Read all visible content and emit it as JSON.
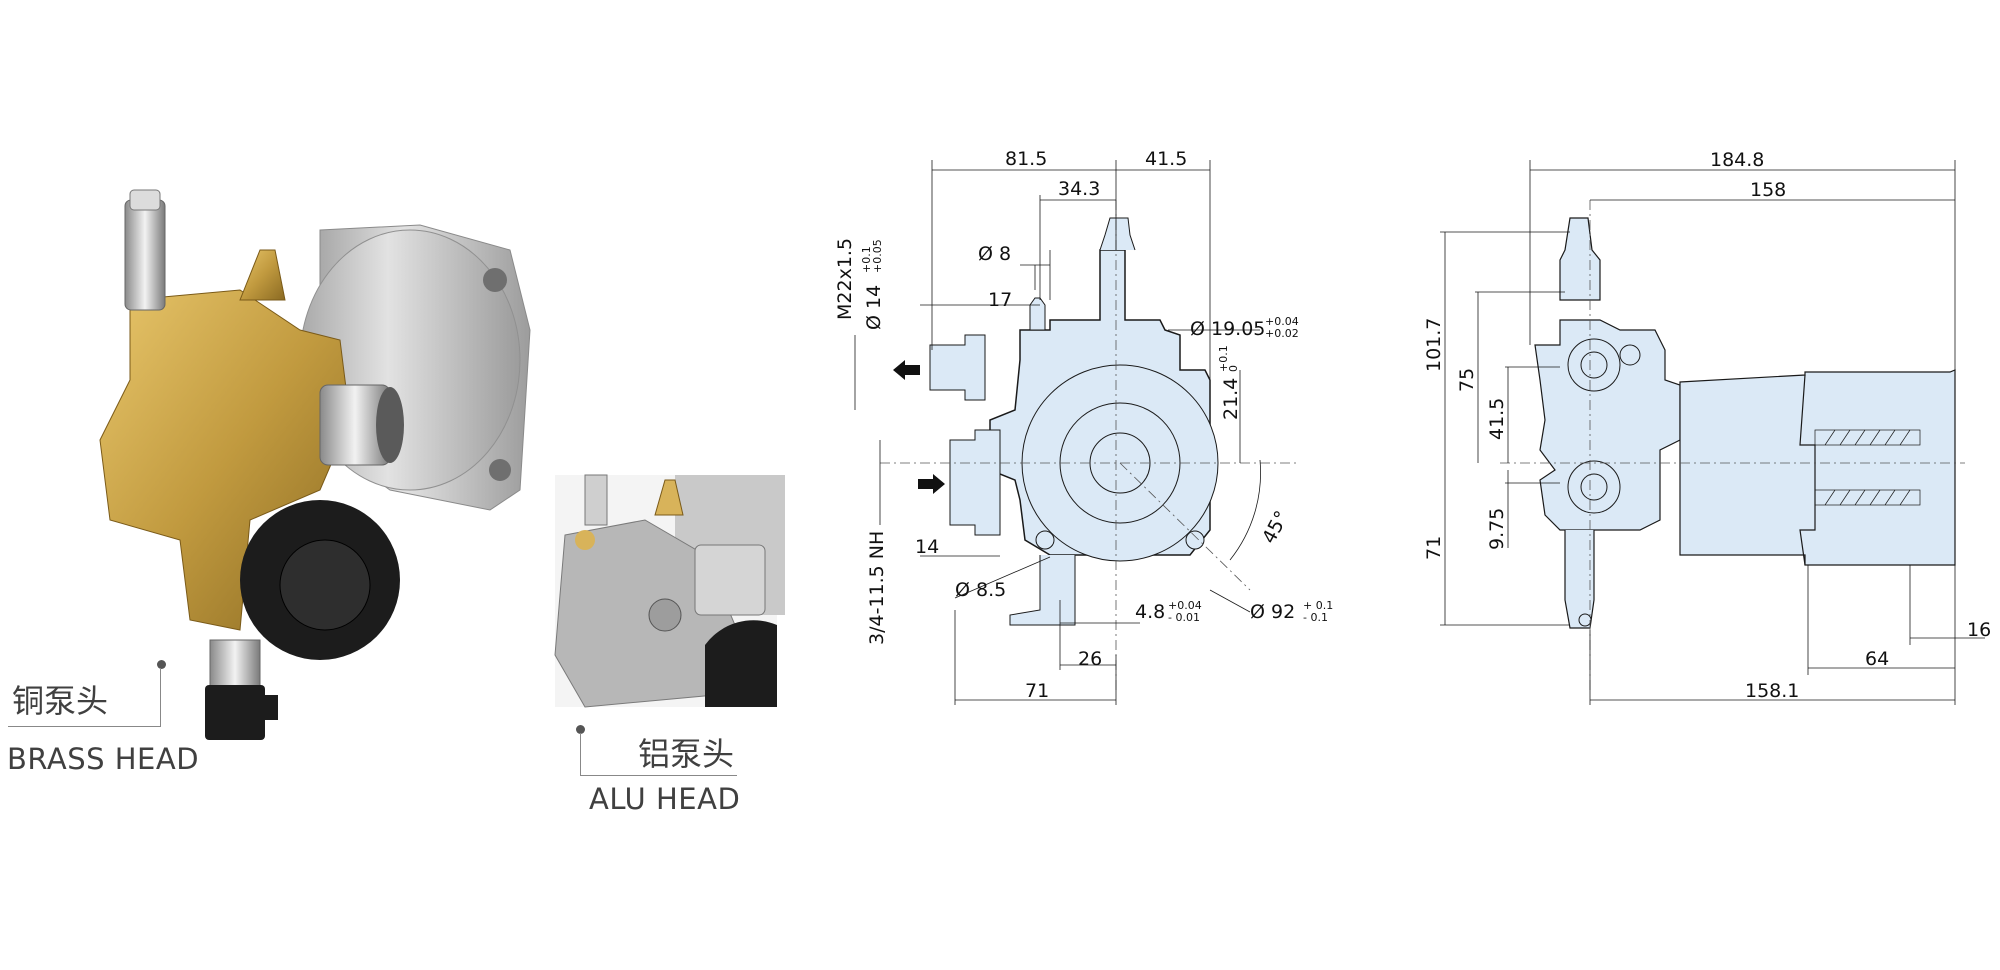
{
  "photos": {
    "brass": {
      "label_cn": "铜泵头",
      "label_en": "BRASS HEAD"
    },
    "alu": {
      "label_cn": "铝泵头",
      "label_en": "ALU HEAD"
    }
  },
  "front_view": {
    "w_815": "81.5",
    "w_415": "41.5",
    "w_343": "34.3",
    "d_8": "Ø 8",
    "w_17": "17",
    "thread_m22": "M22x1.5",
    "d_14": "Ø 14",
    "d_14_tol_top": "+0.1",
    "d_14_tol_bot": "+0.05",
    "d_1905": "Ø 19.05",
    "d_1905_tol_top": "+0.04",
    "d_1905_tol_bot": "+0.02",
    "h_214": "21.4",
    "h_214_tol_top": "+0.1",
    "h_214_tol_bot": "0",
    "angle_45": "45°",
    "thread_nh": "3/4-11.5 NH",
    "w_14": "14",
    "d_85": "Ø 8.5",
    "w_48": "4.8",
    "w_48_tol_top": "+0.04",
    "w_48_tol_bot": "- 0.01",
    "d_92": "Ø 92",
    "d_92_tol_top": "+ 0.1",
    "d_92_tol_bot": "- 0.1",
    "w_26": "26",
    "w_71": "71"
  },
  "side_view": {
    "w_1848": "184.8",
    "w_158": "158",
    "h_1017": "101.7",
    "h_75": "75",
    "h_415": "41.5",
    "h_71": "71",
    "h_975": "9.75",
    "w_16": "16",
    "w_64": "64",
    "w_1581": "158.1"
  },
  "colors": {
    "drawing_fill": "#dbe9f6",
    "drawing_stroke": "#1a1a1a",
    "brass": "#c9a24a",
    "aluminium": "#c8c8c8",
    "knob": "#1c1c1c"
  }
}
